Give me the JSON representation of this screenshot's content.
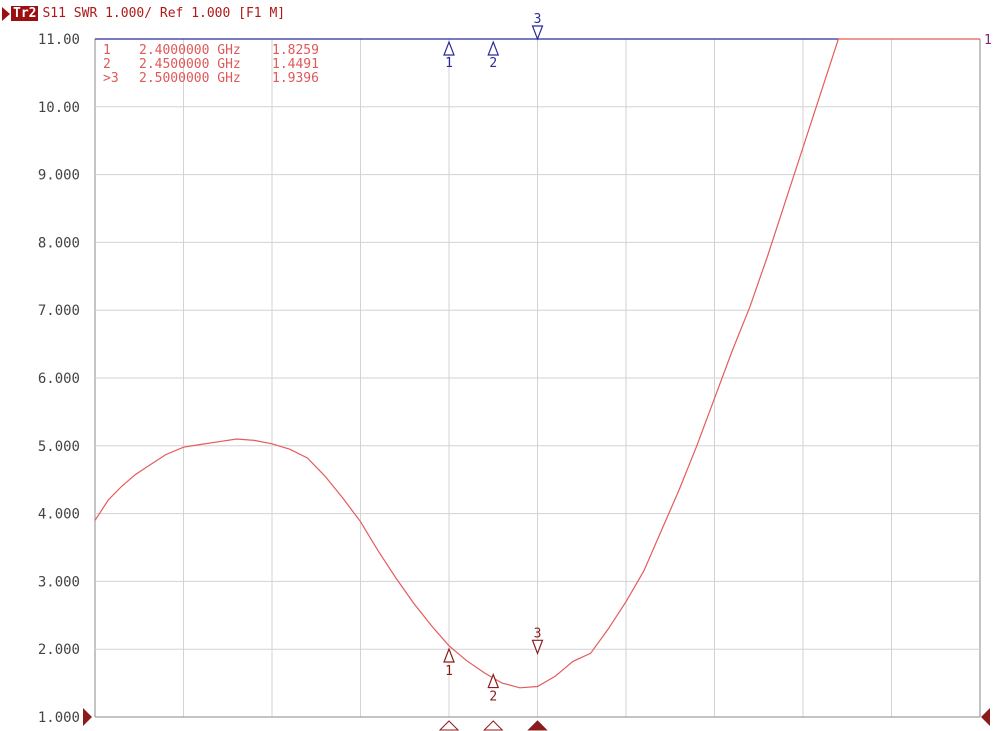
{
  "header": {
    "trace": "Tr2",
    "text": "S11  SWR 1.000/ Ref 1.000 [F1 M]"
  },
  "colors": {
    "trace": "#e45b5b",
    "marker": "#8a1c1c",
    "limit": "#2a2a9a",
    "grid": "#d3d3d3",
    "frame": "#8a8a8a"
  },
  "chart_data": {
    "type": "line",
    "title": "",
    "xlabel": "",
    "ylabel": "",
    "xlim": [
      0,
      10
    ],
    "ylim": [
      1,
      11
    ],
    "grid": true,
    "x_divisions": 10,
    "y_divisions": 10,
    "yticks": [
      "1.000",
      "2.000",
      "3.000",
      "4.000",
      "5.000",
      "6.000",
      "7.000",
      "8.000",
      "9.000",
      "10.00",
      "11.00"
    ],
    "series": [
      {
        "x": [
          0,
          0.15,
          0.3,
          0.45,
          0.6,
          0.8,
          1.0,
          1.2,
          1.4,
          1.6,
          1.8,
          2.0,
          2.2,
          2.4,
          2.6,
          2.8,
          3.0,
          3.2,
          3.4,
          3.6,
          3.8,
          4.0,
          4.2,
          4.4,
          4.6,
          4.8,
          5.0,
          5.2,
          5.4,
          5.6,
          5.8,
          6.0,
          6.2,
          6.4,
          6.6,
          6.8,
          7.0,
          7.2,
          7.4,
          7.6,
          7.8,
          8.0,
          8.2,
          8.4,
          8.6,
          8.8,
          9.0,
          9.2,
          9.4,
          9.6,
          9.8,
          10.0
        ],
        "y": [
          3.9,
          4.2,
          4.4,
          4.57,
          4.7,
          4.87,
          4.98,
          5.02,
          5.06,
          5.1,
          5.08,
          5.03,
          4.95,
          4.82,
          4.55,
          4.23,
          3.88,
          3.45,
          3.05,
          2.68,
          2.35,
          2.05,
          1.83,
          1.65,
          1.5,
          1.43,
          1.45,
          1.6,
          1.82,
          1.94,
          2.3,
          2.7,
          3.15,
          3.75,
          4.35,
          5.0,
          5.7,
          6.4,
          7.05,
          7.8,
          8.6,
          9.4,
          10.2,
          11.0,
          11.0,
          11.0,
          11.0,
          11.0,
          11.0,
          11.0,
          11.0,
          11.0
        ]
      }
    ],
    "markers": [
      {
        "id": "1",
        "freq": "2.4000000 GHz",
        "value": "1.8259",
        "x": 4.0,
        "y": 1.8259,
        "active": false
      },
      {
        "id": "2",
        "freq": "2.4500000 GHz",
        "value": "1.4491",
        "x": 4.5,
        "y": 1.4491,
        "active": false
      },
      {
        "id": "3",
        "freq": "2.5000000 GHz",
        "value": "1.9396",
        "x": 5.0,
        "y": 1.9396,
        "active": true
      }
    ],
    "marker_table": [
      {
        "prefix": " ",
        "id": "1",
        "freq": "2.4000000 GHz",
        "value": "1.8259"
      },
      {
        "prefix": " ",
        "id": "2",
        "freq": "2.4500000 GHz",
        "value": "1.4491"
      },
      {
        "prefix": ">",
        "id": "3",
        "freq": "2.5000000 GHz",
        "value": "1.9396"
      }
    ],
    "limit_trace": {
      "y": 11,
      "x_end": 8.4,
      "end_label": "1"
    }
  }
}
